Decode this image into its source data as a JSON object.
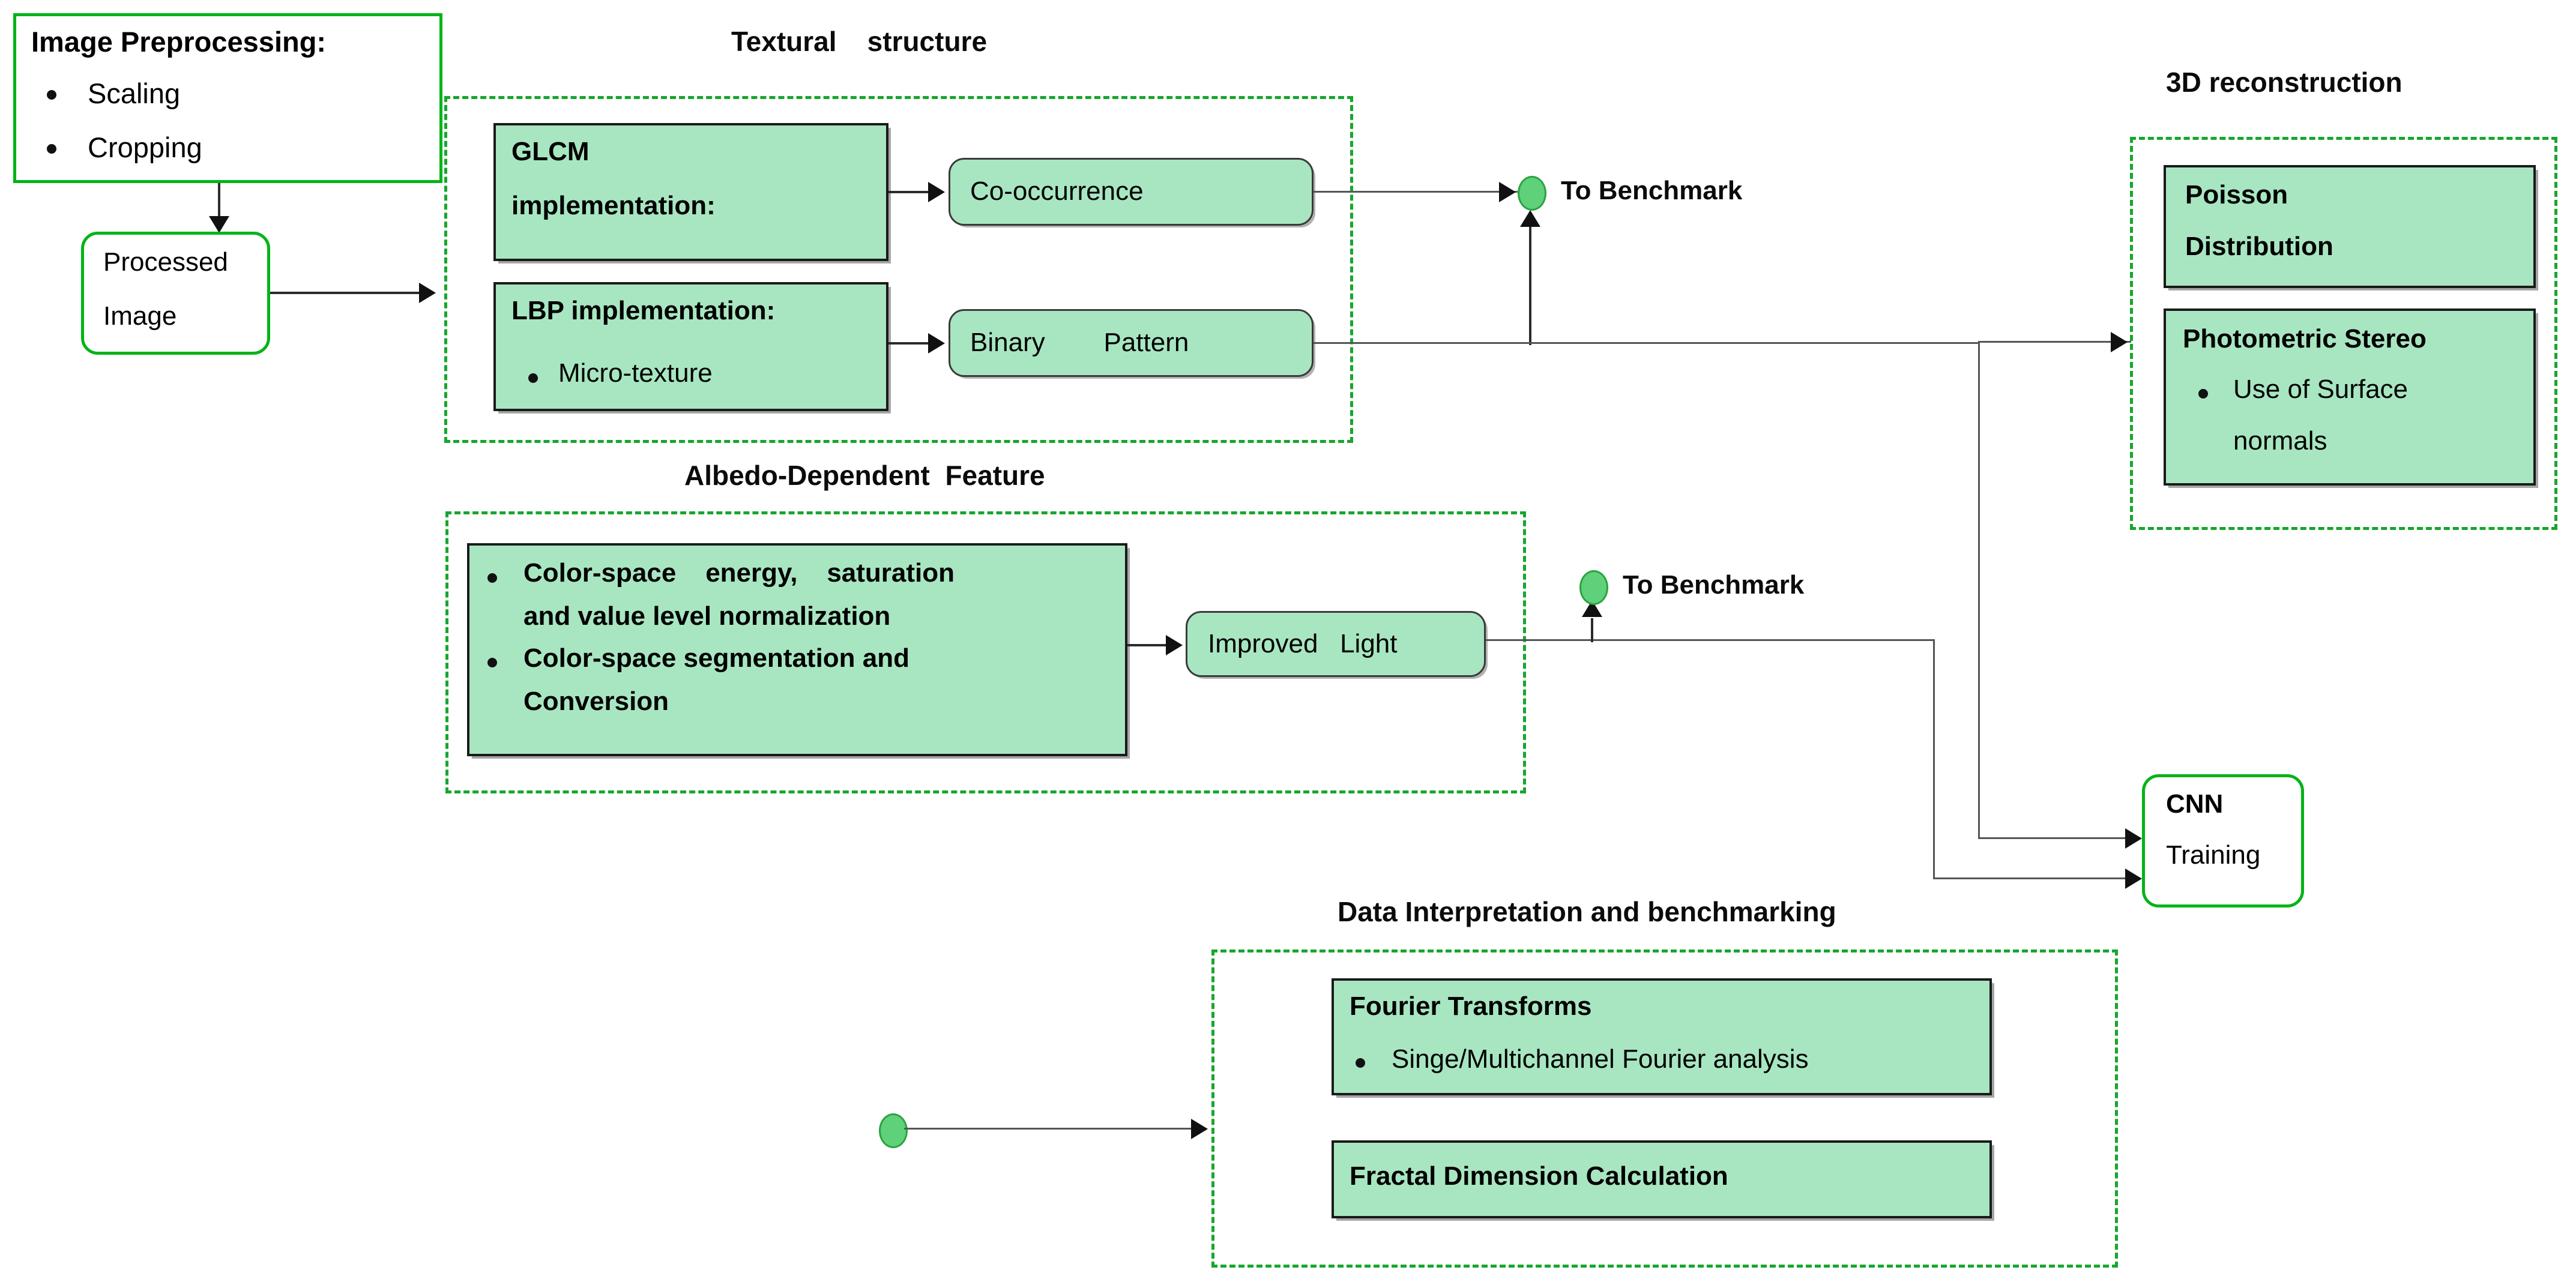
{
  "preprocessing": {
    "title": "Image Preprocessing:",
    "bullets": [
      "Scaling",
      "Cropping"
    ],
    "processed_image_line1": "Processed",
    "processed_image_line2": "Image"
  },
  "textural": {
    "caption": "Textural    structure",
    "glcm_line1": "GLCM",
    "glcm_line2": "implementation:",
    "lbp_title": "LBP implementation:",
    "lbp_bullet": "Micro-texture",
    "cooccurrence": "Co-occurrence",
    "binary_pattern": "Binary        Pattern"
  },
  "albedo": {
    "caption": "Albedo-Dependent  Feature",
    "bullet1_line1": "Color-space    energy,    saturation",
    "bullet1_line2": "and value level normalization",
    "bullet2_line1": "Color-space segmentation and",
    "bullet2_line2": "Conversion",
    "improved_light": "Improved   Light"
  },
  "reconstruction": {
    "caption": "3D reconstruction",
    "poisson_line1": "Poisson",
    "poisson_line2": "Distribution",
    "photometric_title": "Photometric Stereo",
    "photometric_bullet_line1": "Use of Surface",
    "photometric_bullet_line2": "normals"
  },
  "cnn": {
    "line1": "CNN",
    "line2": "Training"
  },
  "benchmarking": {
    "caption": "Data Interpretation and benchmarking",
    "fourier_title": "Fourier Transforms",
    "fourier_bullet": "Singe/Multichannel Fourier analysis",
    "fractal": "Fractal Dimension Calculation"
  },
  "benchmark_nodes": {
    "label_top": "To Benchmark",
    "label_mid": "To Benchmark"
  },
  "colors": {
    "mint_fill": "#a8e6c2",
    "dashed_green": "#17a62e",
    "solid_green": "#00b416",
    "dot_green": "#5fd17a",
    "line_dark": "#2b2b2b"
  }
}
